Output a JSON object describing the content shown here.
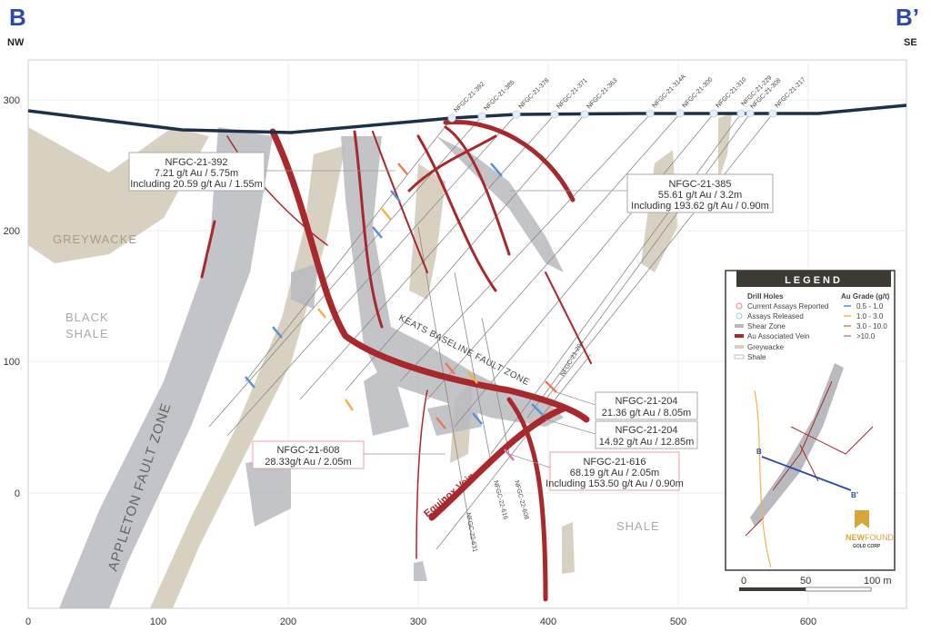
{
  "section": {
    "start_label": "B",
    "end_label": "B’",
    "start_dir": "NW",
    "end_dir": "SE"
  },
  "axes": {
    "x_ticks": [
      "0",
      "100",
      "200",
      "300",
      "400",
      "500",
      "600"
    ],
    "y_ticks": [
      "300",
      "200",
      "100",
      "0"
    ]
  },
  "drill_holes_surface": [
    "NFGC-21-392",
    "NFGC-21-385",
    "NFGC-21-378",
    "NFGC-21-371",
    "NFGC-21-363",
    "NFGC-21-314A",
    "NFGC-21-300",
    "NFGC-21-310",
    "NFGC-21-229",
    "NFGC-21-308",
    "NFGC-21-217"
  ],
  "drill_holes_other": [
    "NFGC-21-204",
    "NFGC-22-631",
    "NFGC-22-616",
    "NFGC-22-608"
  ],
  "rock_labels": {
    "greywacke": "GREYWACKE",
    "black_shale_1": "BLACK",
    "black_shale_2": "SHALE",
    "shale": "SHALE",
    "appleton": "APPLETON FAULT ZONE",
    "keats": "KEATS BASELINE FAULT ZONE",
    "equinox": "Equinox Vein"
  },
  "callouts": [
    {
      "hole": "NFGC-21-392",
      "line1": "7.21 g/t Au / 5.75m",
      "line2": "Including 20.59 g/t Au / 1.55m"
    },
    {
      "hole": "NFGC-21-385",
      "line1": "55.61 g/t Au / 3.2m",
      "line2": "Including 193.62 g/t Au / 0.90m"
    },
    {
      "hole": "NFGC-21-204",
      "line1": "21.36 g/t Au / 8.05m"
    },
    {
      "hole": "NFGC-21-204",
      "line1": "14.92 g/t Au / 12.85m"
    },
    {
      "hole": "NFGC-21-608",
      "line1": "28.33g/t Au / 2.05m"
    },
    {
      "hole": "NFGC-21-616",
      "line1": "68.19 g/t Au / 2.05m",
      "line2": "Including 153.50 g/t Au / 0.90m"
    }
  ],
  "legend": {
    "title": "LEGEND",
    "drill_holes_heading": "Drill Holes",
    "items": [
      "Current Assays Reported",
      "Assays Released",
      "Shear Zone",
      "Au Associated Vein",
      "Greywacke",
      "Shale"
    ],
    "grade_heading": "Au Grade (g/t)",
    "grades": [
      {
        "label": "0.5 - 1.0",
        "color": "#5b8fd6"
      },
      {
        "label": "1.0 - 3.0",
        "color": "#f2b24a"
      },
      {
        "label": "3.0 - 10.0",
        "color": "#ec7a55"
      },
      {
        "label": ">10.0",
        "color": "#d977b0"
      }
    ],
    "inset_labels": {
      "b": "B",
      "bp": "B’"
    },
    "logo_1": "NEW",
    "logo_2": "FOUND",
    "logo_sub": "GOLD CORP"
  },
  "scale": {
    "labels": [
      "0",
      "50",
      "100 m"
    ]
  },
  "colors": {
    "vein": "#a8282c",
    "shear": "#b9babf",
    "greywacke": "#d8d0c0",
    "surface": "#1d3049",
    "title": "#2b4aa8"
  }
}
